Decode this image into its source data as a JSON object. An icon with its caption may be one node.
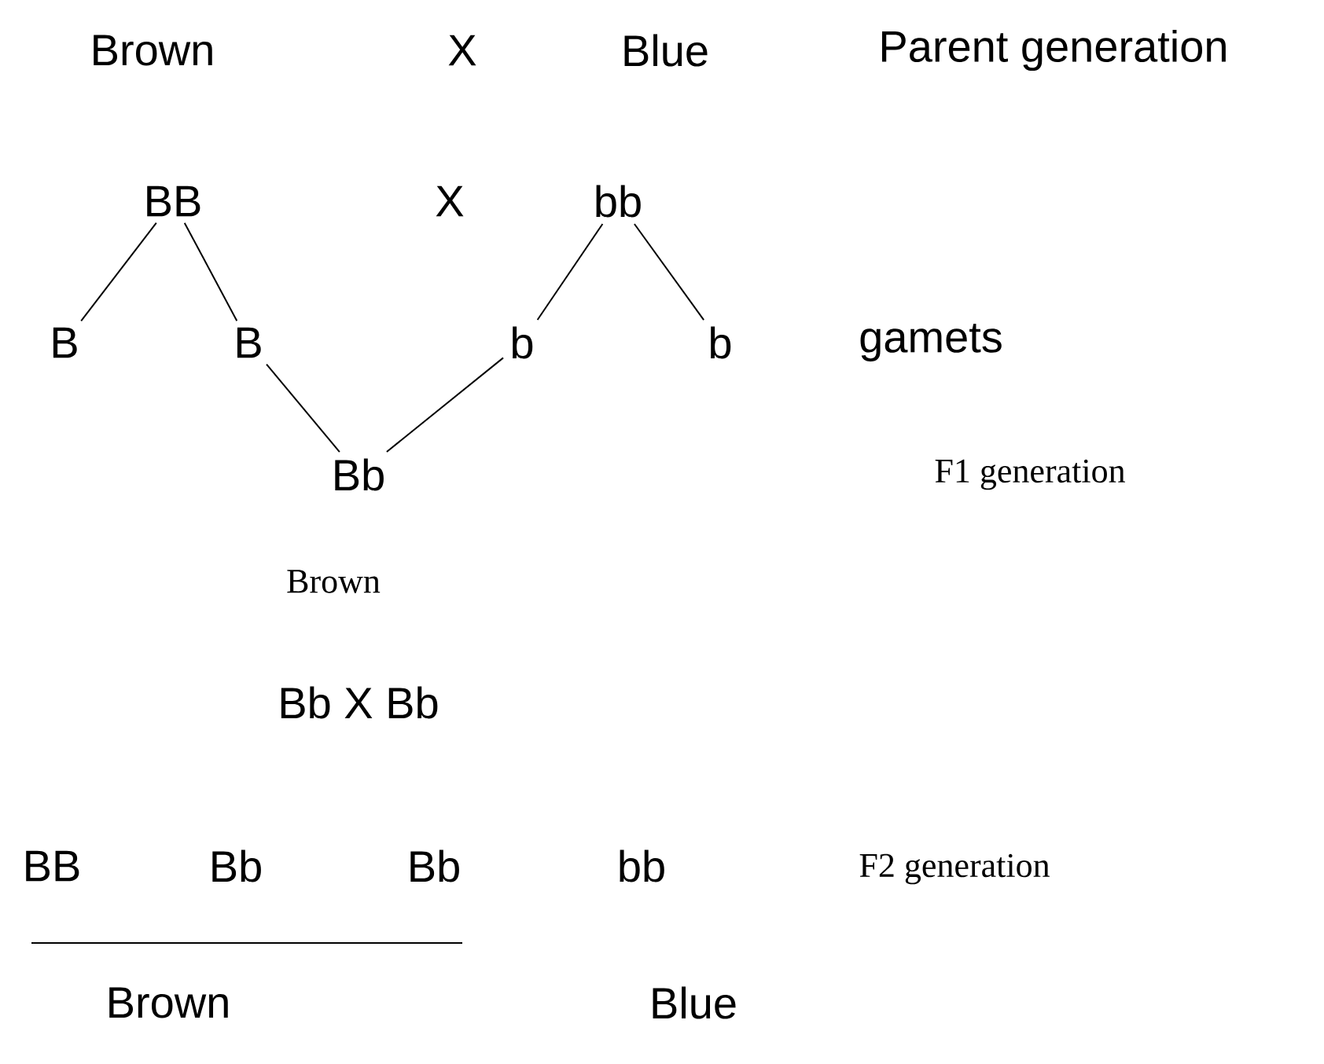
{
  "diagram": {
    "nodes": [
      {
        "text": [
          "BB"
        ]
      },
      {
        "text": [
          "bb"
        ]
      },
      {
        "text": [
          "B"
        ]
      },
      {
        "text": [
          "B"
        ]
      },
      {
        "text": [
          "b"
        ]
      },
      {
        "text": [
          "b"
        ]
      },
      {
        "text": [
          "Bb"
        ]
      }
    ],
    "edges": [
      {
        "from": 0,
        "to": 2,
        "arrow": "none"
      },
      {
        "from": 0,
        "to": 3,
        "arrow": "none"
      },
      {
        "from": 1,
        "to": 4,
        "arrow": "none"
      },
      {
        "from": 1,
        "to": 5,
        "arrow": "none"
      },
      {
        "from": 3,
        "to": 6,
        "arrow": "none"
      },
      {
        "from": 4,
        "to": 6,
        "arrow": "none"
      }
    ],
    "labels": [
      "Brown",
      "X",
      "Blue",
      "Parent generation",
      "X",
      "gamets",
      "F1 generation",
      "Brown",
      "Bb X Bb",
      "BB",
      "Bb",
      "Bb",
      "bb",
      "F2 generation",
      "Brown",
      "Blue"
    ]
  }
}
